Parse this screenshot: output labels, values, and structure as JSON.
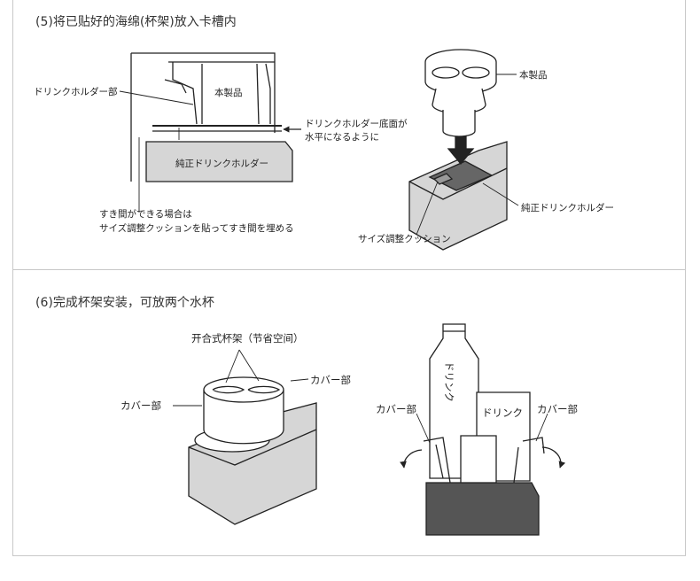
{
  "step5": {
    "title": "(5)将已贴好的海绵(杯架)放入卡槽内",
    "left": {
      "holder_part": "ドリンクホルダー部",
      "product": "本製品",
      "bottom_note_1": "ドリンクホルダー底面が",
      "bottom_note_2": "水平になるように",
      "oem_holder": "純正ドリンクホルダー",
      "gap_note_1": "すき間ができる場合は",
      "gap_note_2": "サイズ調整クッションを貼ってすき間を埋める"
    },
    "right": {
      "product": "本製品",
      "oem_holder": "純正ドリンクホルダー",
      "cushion": "サイズ調整クッション"
    }
  },
  "step6": {
    "title": "(6)完成杯架安装，可放两个水杯",
    "left": {
      "foldable": "开合式杯架（节省空间）",
      "cover_right": "カバー部",
      "cover_left": "カバー部"
    },
    "right": {
      "bottle_text": "ドリンク",
      "can_text": "ドリンク",
      "cover_left": "カバー部",
      "cover_right": "カバー部"
    }
  },
  "colors": {
    "line": "#222222",
    "holder_fill": "#d9d9d9",
    "dark": "#555555",
    "border": "#c8c8c8"
  }
}
